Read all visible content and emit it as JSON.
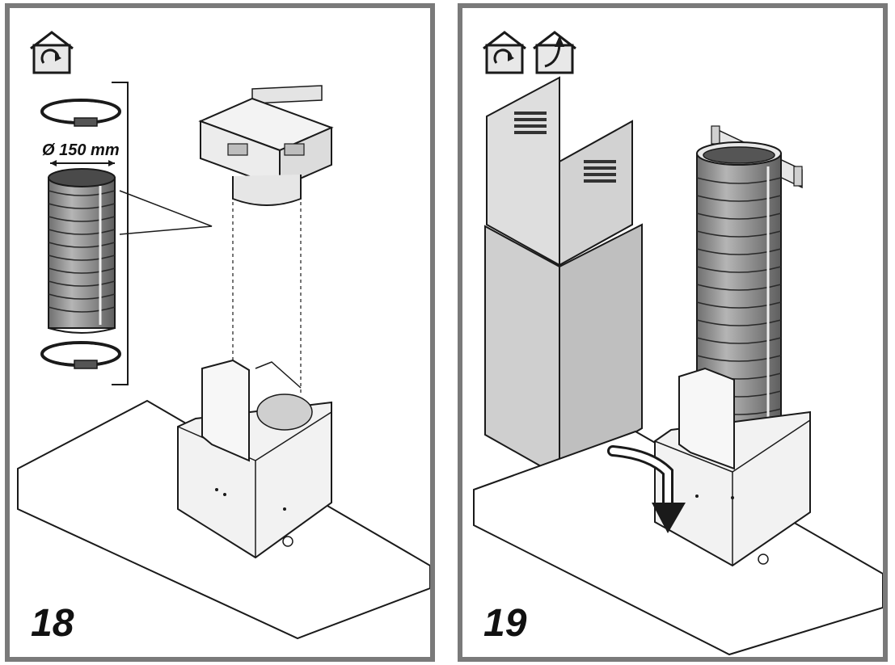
{
  "panels": [
    {
      "step": "18",
      "dimension_label": "Ø 150 mm",
      "icons": [
        "recirculation-icon"
      ]
    },
    {
      "step": "19",
      "icons": [
        "recirculation-icon",
        "extraction-icon"
      ]
    }
  ],
  "colors": {
    "frame": "#7a7a7a",
    "steel": "#d6d6d6",
    "steel_dark": "#a9a9a9",
    "duct": "#8d8d8d",
    "line": "#1a1a1a"
  }
}
